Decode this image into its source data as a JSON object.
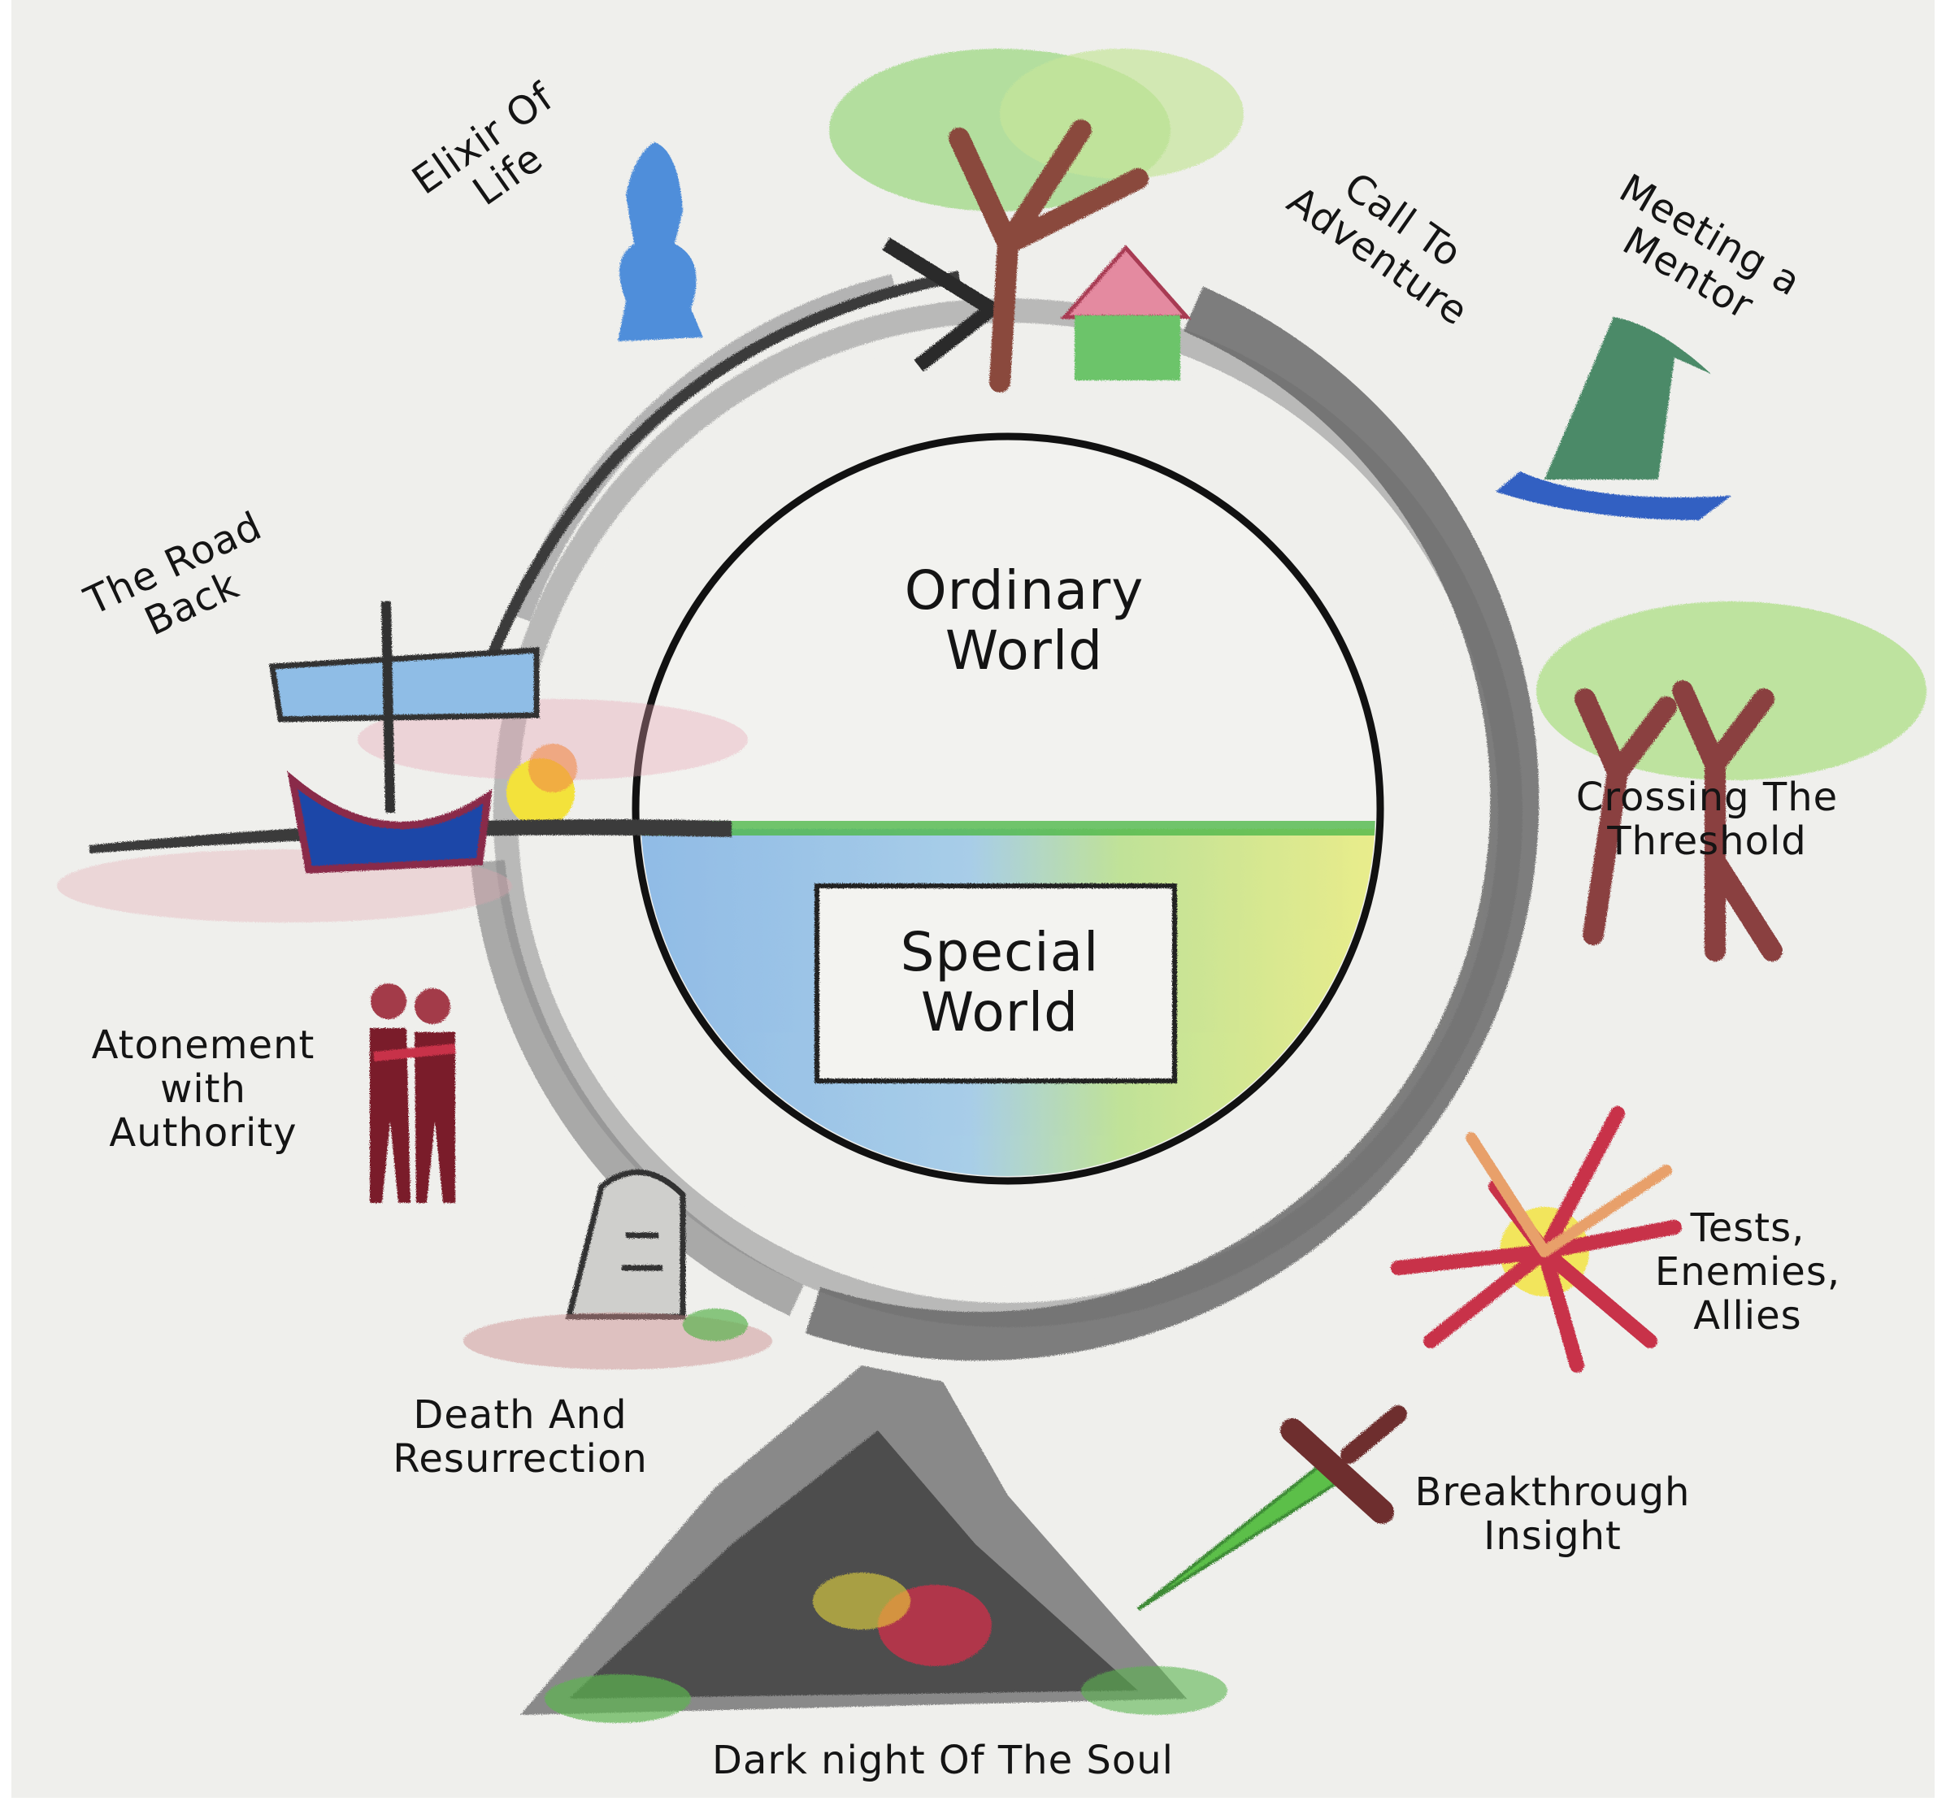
{
  "center": {
    "ordinary": [
      "Ordinary",
      "World"
    ],
    "special": [
      "Special",
      "World"
    ]
  },
  "stages": {
    "call_to_adventure": [
      "Call To",
      "Adventure"
    ],
    "meeting_a_mentor": [
      "Meeting a",
      "Mentor"
    ],
    "crossing_the_threshold": [
      "Crossing The",
      "Threshold"
    ],
    "tests_enemies_allies": [
      "Tests,",
      "Enemies,",
      "Allies"
    ],
    "breakthrough_insight": [
      "Breakthrough",
      "Insight"
    ],
    "dark_night_of_the_soul": [
      "Dark night Of The Soul"
    ],
    "death_and_resurrection": [
      "Death And",
      "Resurrection"
    ],
    "atonement_with_authority": [
      "Atonement",
      "with",
      "Authority"
    ],
    "the_road_back": [
      "The Road",
      "Back"
    ],
    "elixir_of_life": [
      "Elixir Of",
      "Life"
    ]
  },
  "colors": {
    "paper": "#efefec",
    "pencil": "#1c1c1c",
    "graphite": "#7a7a7a",
    "sky_green": "#8fd36a",
    "water_blue": "#5b8fd8",
    "trunk_brown": "#8a4a3e",
    "hat_blue": "#2f5fb8",
    "flame_red": "#c8324a",
    "sun_yellow": "#f3e23a"
  },
  "icons": [
    "tree-icon",
    "house-icon",
    "wizard-hat-icon",
    "twin-trees-icon",
    "explosion-icon",
    "sword-icon",
    "mountain-icon",
    "tombstone-icon",
    "embracing-figures-icon",
    "sailboat-icon",
    "sunset-icon",
    "elixir-bottle-icon"
  ]
}
